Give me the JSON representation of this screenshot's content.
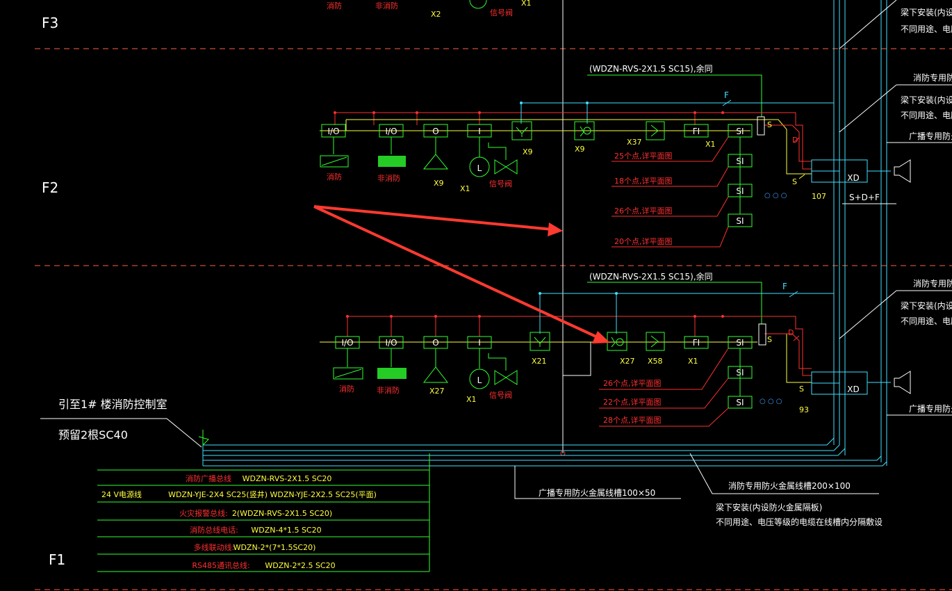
{
  "floors": {
    "f3": "F3",
    "f2": "F2",
    "f1": "F1"
  },
  "top_labels": {
    "fire": "消防",
    "nonfire": "非消防",
    "x2": "X2",
    "signal": "信号阀",
    "x1": "X1"
  },
  "f2": {
    "cable_note": "(WDZN-RVS-2X1.5  SC15),余同",
    "line_f": "F",
    "line_d": "D",
    "line_s1": "S",
    "line_s2": "S",
    "modules": [
      "I/O",
      "I/O",
      "O",
      "I",
      "",
      "",
      "",
      "FI",
      "SI"
    ],
    "si_boxes": [
      "SI",
      "SI",
      "SI"
    ],
    "device_labels": {
      "fire": "消防",
      "nonfire": "非消防",
      "x9a": "X9",
      "x1a": "X1",
      "signal": "信号阀",
      "x9b": "X9",
      "x9c": "X9",
      "x37": "X37",
      "x1b": "X1",
      "l": "L"
    },
    "point_notes": [
      "25个点,详平面图",
      "18个点,详平面图",
      "26个点,详平面图",
      "20个点,详平面图"
    ],
    "panel": "XD",
    "panel_num": "107",
    "sdf": "S+D+F",
    "dots": "○   ○   ○"
  },
  "f1": {
    "cable_note": "(WDZN-RVS-2X1.5  SC15),余同",
    "line_f": "F",
    "line_d": "D",
    "line_s1": "S",
    "line_s2": "S",
    "modules": [
      "I/O",
      "I/O",
      "O",
      "I",
      "FI",
      "SI"
    ],
    "si_boxes": [
      "SI",
      "SI"
    ],
    "device_labels": {
      "fire": "消防",
      "nonfire": "非消防",
      "x27a": "X27",
      "x1a": "X1",
      "signal": "信号阀",
      "x21": "X21",
      "x27b": "X27",
      "x58": "X58",
      "x1b": "X1",
      "l": "L"
    },
    "point_notes": [
      "26个点,详平面图",
      "22个点,详平面图",
      "28个点,详平面图"
    ],
    "panel": "XD",
    "panel_num": "93",
    "dots": "○   ○   ○"
  },
  "right_notes": {
    "tray_fire": "消防专用防火",
    "install_1": "梁下安装(内设防",
    "install_2": "不同用途、电压等",
    "tray_broadcast": "广播专用防火"
  },
  "control_room": "引至1# 楼消防控制室",
  "reserve": "预留2根SC40",
  "legend": [
    {
      "name": "消防广播总线",
      "spec": "WDZN-RVS-2X1.5   SC20"
    },
    {
      "name": "24 V电源线",
      "spec": "WDZN-YJE-2X4  SC25(竖井) WDZN-YJE-2X2.5  SC25(平面)"
    },
    {
      "name": "火灾报警总线:",
      "spec": "2(WDZN-RVS-2X1.5  SC20)"
    },
    {
      "name": "消防总线电话:",
      "spec": "WDZN-4*1.5  SC20"
    },
    {
      "name": "多线联动线:",
      "spec": "WDZN-2*(7*1.5SC20)"
    },
    {
      "name": "RS485通讯总线:",
      "spec": "WDZN-2*2.5  SC20"
    }
  ],
  "broadcast_tray": "广播专用防火金属线槽100×50",
  "fire_tray": "消防专用防火金属线槽200×100",
  "bottom_note_1": "梁下安装(内设防火金属隔板)",
  "bottom_note_2": "不同用途、电压等级的电缆在线槽内分隔敷设",
  "colors": {
    "cyan": "#40e0ff",
    "yellow": "#ffff40",
    "red": "#ff3030",
    "green": "#30ff30",
    "white": "#ffffff",
    "floor_line": "#ff4030",
    "arrow": "#ff3a30"
  }
}
